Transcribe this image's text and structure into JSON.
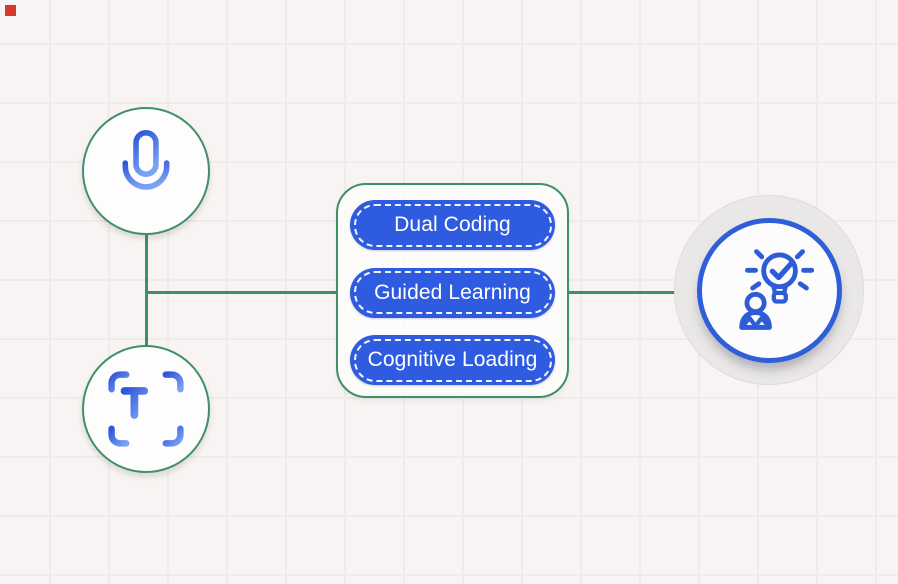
{
  "canvas": {
    "background_color": "#f8f4f3",
    "grid_color": "#efebea",
    "marker_color": "#d63a2f"
  },
  "colors": {
    "connector_green": "#3e9068",
    "pill_blue": "#2e5bdf",
    "ring_blue": "#2e5ed8",
    "icon_blue_dark": "#2f55d8",
    "icon_blue_light": "#7aa2f5",
    "icon_blue_solid": "#2e5cd7"
  },
  "nodes": {
    "voice": {
      "icon": "microphone-icon"
    },
    "scan": {
      "icon": "text-scan-icon"
    },
    "learner": {
      "icon": "idea-person-icon"
    },
    "methods": {
      "items": [
        {
          "label": "Dual Coding"
        },
        {
          "label": "Guided Learning"
        },
        {
          "label": "Cognitive Loading"
        }
      ]
    }
  }
}
